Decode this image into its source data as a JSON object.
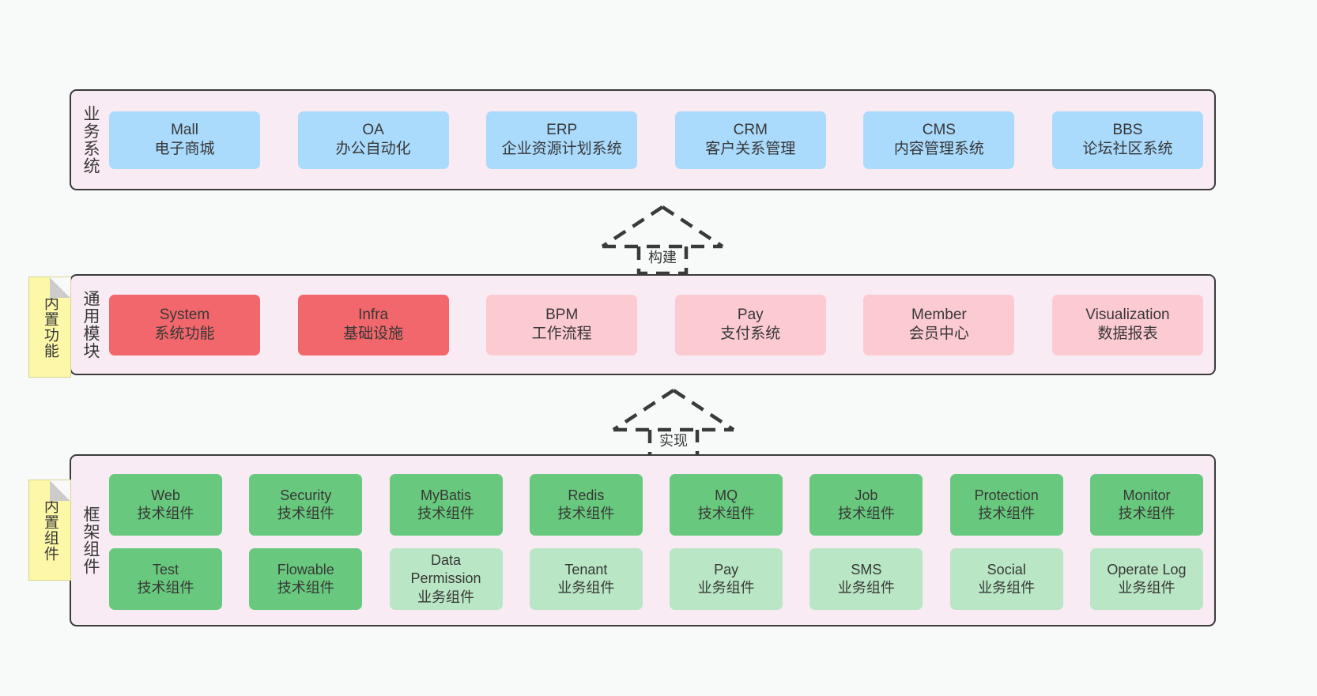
{
  "diagram": {
    "background_color": "#f8f9f9",
    "layer_fill": "#f9ebf4",
    "layer_border": "#3b3b3b",
    "colors": {
      "business_box": "#aadafc",
      "core_module": "#f2676b",
      "optional_module": "#fccad1",
      "tech_component": "#68c97e",
      "biz_component": "#b9e6c4",
      "sticky_note": "#fcf8a8"
    }
  },
  "layers": {
    "business": {
      "title": "业务系统",
      "boxes": [
        {
          "en": "Mall",
          "cn": "电子商城",
          "style": "c-blue"
        },
        {
          "en": "OA",
          "cn": "办公自动化",
          "style": "c-blue"
        },
        {
          "en": "ERP",
          "cn": "企业资源计划系统",
          "style": "c-blue"
        },
        {
          "en": "CRM",
          "cn": "客户关系管理",
          "style": "c-blue"
        },
        {
          "en": "CMS",
          "cn": "内容管理系统",
          "style": "c-blue"
        },
        {
          "en": "BBS",
          "cn": "论坛社区系统",
          "style": "c-blue"
        }
      ]
    },
    "common": {
      "title": "通用模块",
      "boxes": [
        {
          "en": "System",
          "cn": "系统功能",
          "style": "c-red"
        },
        {
          "en": "Infra",
          "cn": "基础设施",
          "style": "c-red"
        },
        {
          "en": "BPM",
          "cn": "工作流程",
          "style": "c-pink"
        },
        {
          "en": "Pay",
          "cn": "支付系统",
          "style": "c-pink"
        },
        {
          "en": "Member",
          "cn": "会员中心",
          "style": "c-pink"
        },
        {
          "en": "Visualization",
          "cn": "数据报表",
          "style": "c-pink"
        }
      ]
    },
    "framework": {
      "title": "框架组件",
      "row1": [
        {
          "en": "Web",
          "cn": "技术组件",
          "style": "c-green"
        },
        {
          "en": "Security",
          "cn": "技术组件",
          "style": "c-green"
        },
        {
          "en": "MyBatis",
          "cn": "技术组件",
          "style": "c-green"
        },
        {
          "en": "Redis",
          "cn": "技术组件",
          "style": "c-green"
        },
        {
          "en": "MQ",
          "cn": "技术组件",
          "style": "c-green"
        },
        {
          "en": "Job",
          "cn": "技术组件",
          "style": "c-green"
        },
        {
          "en": "Protection",
          "cn": "技术组件",
          "style": "c-green"
        },
        {
          "en": "Monitor",
          "cn": "技术组件",
          "style": "c-green"
        }
      ],
      "row2": [
        {
          "en": "Test",
          "cn": "技术组件",
          "style": "c-green"
        },
        {
          "en": "Flowable",
          "cn": "技术组件",
          "style": "c-green"
        },
        {
          "en": "Data Permission",
          "cn": "业务组件",
          "style": "c-lgreen"
        },
        {
          "en": "Tenant",
          "cn": "业务组件",
          "style": "c-lgreen"
        },
        {
          "en": "Pay",
          "cn": "业务组件",
          "style": "c-lgreen"
        },
        {
          "en": "SMS",
          "cn": "业务组件",
          "style": "c-lgreen"
        },
        {
          "en": "Social",
          "cn": "业务组件",
          "style": "c-lgreen"
        },
        {
          "en": "Operate Log",
          "cn": "业务组件",
          "style": "c-lgreen"
        }
      ]
    }
  },
  "sticky_notes": [
    {
      "id": "builtin-func",
      "text": "内置功能"
    },
    {
      "id": "builtin-comp",
      "text": "内置组件"
    }
  ],
  "arrows": [
    {
      "id": "build",
      "label": "构建",
      "direction": "up",
      "style": "dashed-generalization"
    },
    {
      "id": "implement",
      "label": "实现",
      "direction": "up",
      "style": "dashed-generalization"
    }
  ]
}
